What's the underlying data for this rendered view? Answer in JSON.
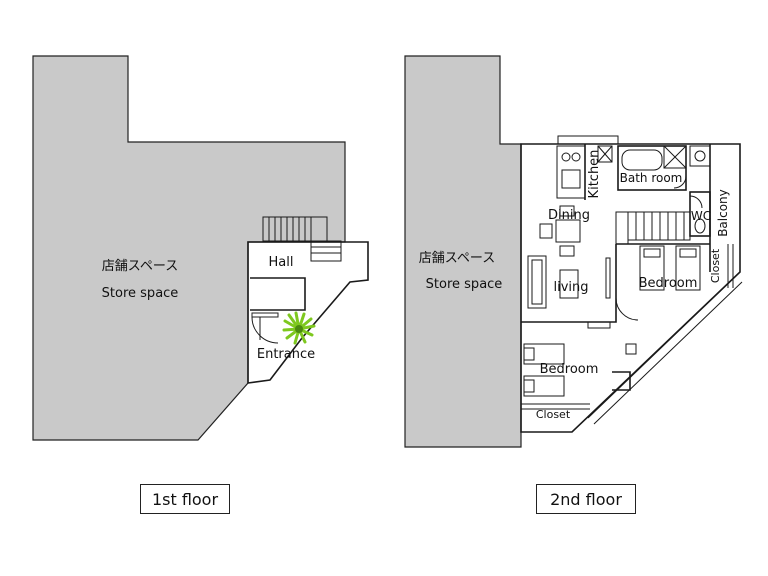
{
  "floors": [
    {
      "name": "1st floor",
      "rooms": {
        "store_jp": "店舗スペース",
        "store_en": "Store space",
        "hall": "Hall",
        "entrance": "Entrance"
      }
    },
    {
      "name": "2nd floor",
      "rooms": {
        "store_jp": "店舗スペース",
        "store_en": "Store space",
        "kitchen": "Kitchen",
        "bath": "Bath room",
        "dining": "Dining",
        "wc": "WC",
        "balcony": "Balcony",
        "living": "living",
        "bedroom1": "Bedroom",
        "closet1": "Closet",
        "bedroom2": "Bedroom",
        "closet2": "Closet"
      }
    }
  ],
  "colors": {
    "store_fill": "#c9c9c9",
    "wall": "#1a1a1a",
    "plant": "#7ec81f"
  }
}
